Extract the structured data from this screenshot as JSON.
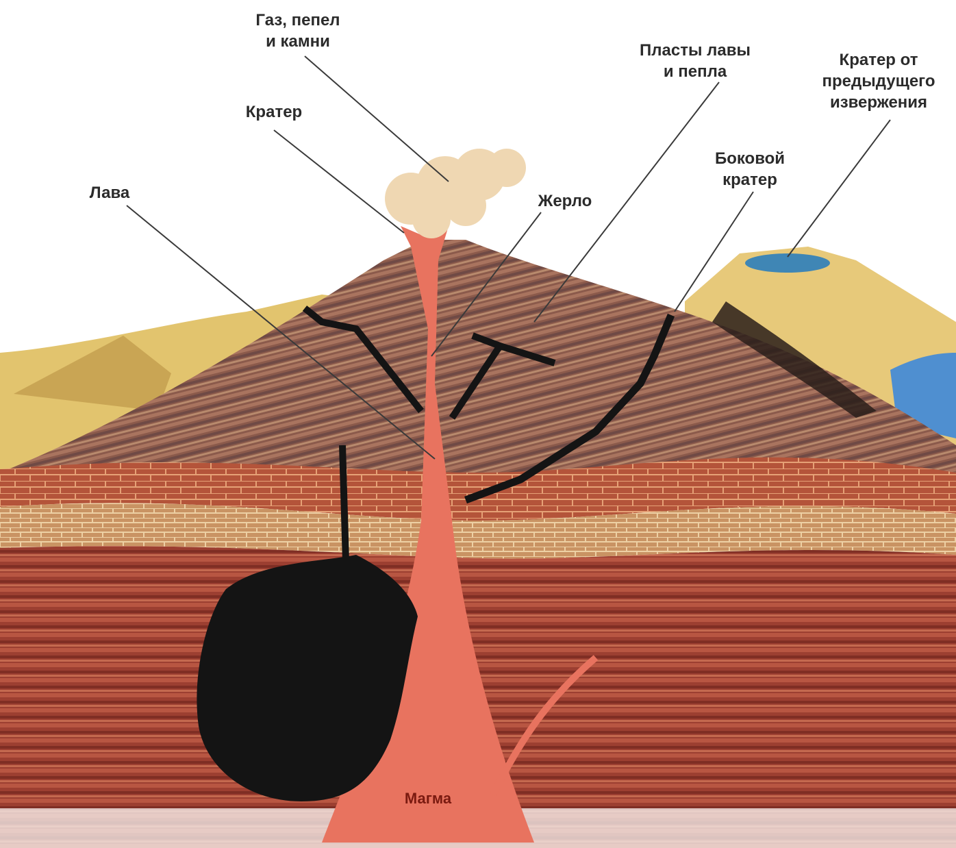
{
  "labels": {
    "gas_ash": [
      "Газ, пепел",
      "и камни"
    ],
    "crater": "Кратер",
    "lava": "Лава",
    "vent": "Жерло",
    "layers": [
      "Пласты лавы",
      "и пепла"
    ],
    "side_crater": [
      "Боковой",
      "кратер"
    ],
    "prev_crater": [
      "Кратер от",
      "предыдущего",
      "извержения"
    ],
    "magma": "Магма"
  },
  "colors": {
    "sky": "#ffffff",
    "sand": "#e2c46e",
    "cone_dark": "#8a5a4a",
    "brick": "#c0603e",
    "strata_red": "#a8412f",
    "magma": "#e8735f",
    "rock_black": "#141414",
    "water": "#4f8fd0"
  }
}
